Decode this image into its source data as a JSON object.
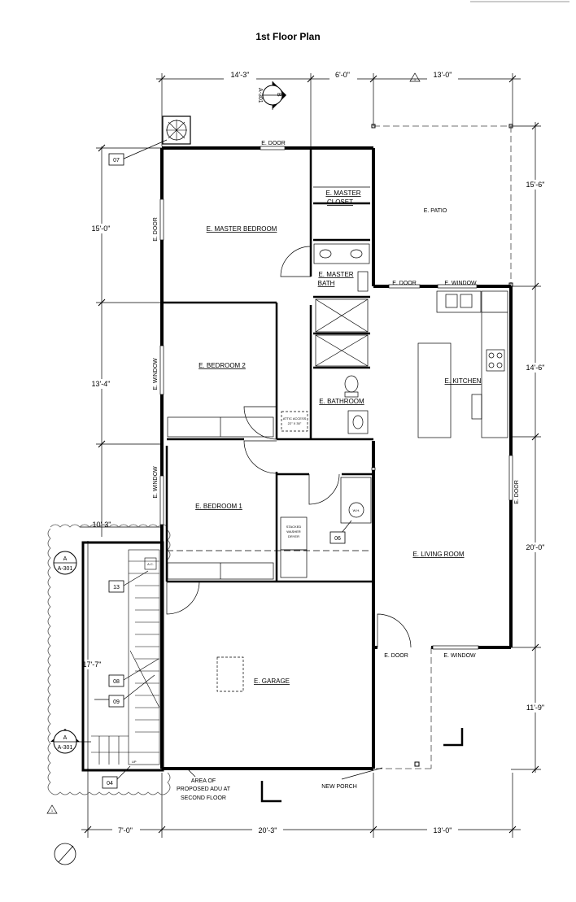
{
  "title": "1st Floor Plan",
  "dims": {
    "top_1": "14'-3\"",
    "top_2": "6'-0\"",
    "top_3": "13'-0\"",
    "left_1": "15'-0\"",
    "left_2": "13'-4\"",
    "left_3": "10'-3\"",
    "left_4": "17'-7\"",
    "right_1": "15'-6\"",
    "right_2": "14'-6\"",
    "right_3": "20'-0\"",
    "right_4": "11'-9\"",
    "bottom_1": "7'-0\"",
    "bottom_2": "20'-3\"",
    "bottom_3": "13'-0\""
  },
  "rooms": {
    "master_bedroom": "E. MASTER BEDROOM",
    "master_closet_1": "E. MASTER",
    "master_closet_2": "CLOSET",
    "master_bath_1": "E. MASTER",
    "master_bath_2": "BATH",
    "patio": "E. PATIO",
    "bedroom2": "E. BEDROOM 2",
    "bathroom": "E. BATHROOM",
    "kitchen": "E. KITCHEN",
    "bedroom1": "E. BEDROOM 1",
    "living": "E. LIVING ROOM",
    "garage": "E. GARAGE"
  },
  "openings": {
    "door_top": "E. DOOR",
    "door_left": "E. DOOR",
    "window_bed2": "E. WINDOW",
    "window_bed1": "E. WINDOW",
    "door_patio": "E. DOOR",
    "window_kitchen": "E. WINDOW",
    "door_right": "E. DOOR",
    "door_front": "E. DOOR",
    "window_front": "E. WINDOW"
  },
  "labels": {
    "adu_1": "AREA OF",
    "adu_2": "PROPOSED ADU AT",
    "adu_3": "SECOND FLOOR",
    "porch": "NEW PORCH",
    "washer_1": "STACKED",
    "washer_2": "WASHER",
    "washer_3": "DRYER",
    "wh": "W.H.",
    "ac": "A.C.",
    "attic_1": "ATTIC ACCESS",
    "attic_2": "22\" X 30\"",
    "up": "UP"
  },
  "tags": {
    "t07": "07",
    "t06": "06",
    "t13": "13",
    "t08": "08",
    "t09": "09",
    "t04": "04"
  },
  "sections": {
    "a_letter": "A",
    "a_sheet": "A-301",
    "b_letter": "B",
    "b_sheet": "A-301",
    "a2_letter": "A",
    "a2_sheet": "A-301"
  },
  "revision": "1"
}
